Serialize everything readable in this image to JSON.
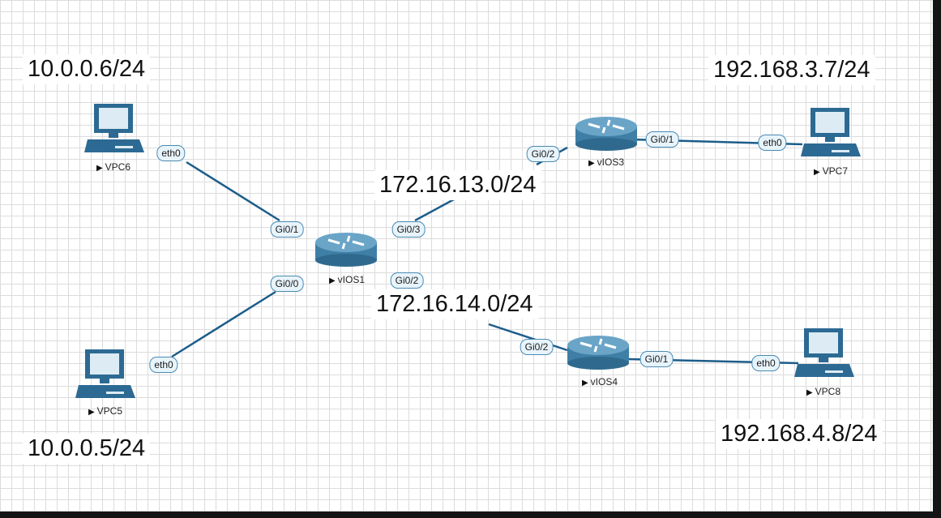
{
  "nodes": {
    "vpc6": {
      "name": "VPC6"
    },
    "vpc5": {
      "name": "VPC5"
    },
    "vpc7": {
      "name": "VPC7"
    },
    "vpc8": {
      "name": "VPC8"
    },
    "vios1": {
      "name": "vIOS1"
    },
    "vios3": {
      "name": "vIOS3"
    },
    "vios4": {
      "name": "vIOS4"
    }
  },
  "interfaces": {
    "vpc6_eth0": "eth0",
    "vpc5_eth0": "eth0",
    "vios1_gi01": "Gi0/1",
    "vios1_gi00": "Gi0/0",
    "vios1_gi03": "Gi0/3",
    "vios1_gi02": "Gi0/2",
    "vios3_gi02": "Gi0/2",
    "vios3_gi01": "Gi0/1",
    "vpc7_eth0": "eth0",
    "vios4_gi02": "Gi0/2",
    "vios4_gi01": "Gi0/1",
    "vpc8_eth0": "eth0"
  },
  "labels": {
    "vpc6_ip": "10.0.0.6/24",
    "vpc5_ip": "10.0.0.5/24",
    "vpc7_ip": "192.168.3.7/24",
    "vpc8_ip": "192.168.4.8/24",
    "net13": "172.16.13.0/24",
    "net14": "172.16.14.0/24"
  },
  "colors": {
    "link": "#1c5d8a",
    "router_body": "#3f7fa6",
    "router_top": "#6aa5c8",
    "pc": "#2c6a93",
    "grid": "#dcdcdc"
  }
}
